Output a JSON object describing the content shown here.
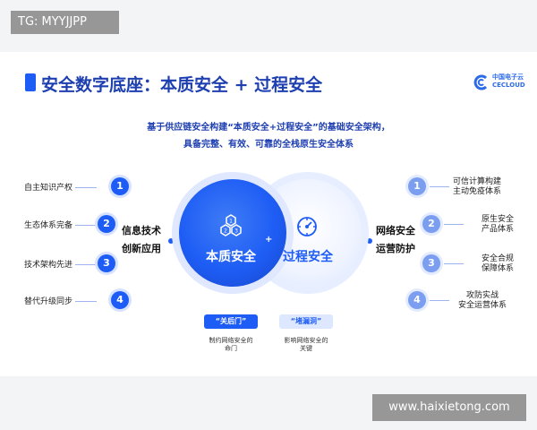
{
  "watermark_top": "TG: MYYJJPP",
  "watermark_bottom": "www.haixietong.com",
  "title": "安全数字底座：本质安全 + 过程安全",
  "logo": {
    "cn": "中国电子云",
    "en": "CECLOUD"
  },
  "subtitle_line1": "基于供应链安全构建“本质安全+过程安全”的基础安全架构，",
  "subtitle_line2": "具备完整、有效、可靠的全栈原生安全体系",
  "left_items": [
    {
      "num": "1",
      "label": "自主知识产权"
    },
    {
      "num": "2",
      "label": "生态体系完备"
    },
    {
      "num": "3",
      "label": "技术架构先进"
    },
    {
      "num": "4",
      "label": "替代升级同步"
    }
  ],
  "left_side_text": [
    "信息技术",
    "创新应用"
  ],
  "right_side_text": [
    "网络安全",
    "运营防护"
  ],
  "right_items": [
    {
      "num": "1",
      "label_line1": "可信计算构建",
      "label_line2": "主动免疫体系"
    },
    {
      "num": "2",
      "label_line1": "原生安全",
      "label_line2": "产品体系"
    },
    {
      "num": "3",
      "label_line1": "安全合规",
      "label_line2": "保障体系"
    },
    {
      "num": "4",
      "label_line1": "攻防实战",
      "label_line2": "安全运营体系"
    }
  ],
  "circle_left_label": "本质安全",
  "circle_right_label": "过程安全",
  "plus": "+",
  "badges": [
    {
      "label": "“关后门”",
      "caption_line1": "制约网络安全的",
      "caption_line2": "命门"
    },
    {
      "label": "“堵漏洞”",
      "caption_line1": "影响网络安全的",
      "caption_line2": "关键"
    }
  ],
  "colors": {
    "primary": "#1e5df5",
    "light": "#7c9ef0",
    "title": "#1e3fb0"
  }
}
